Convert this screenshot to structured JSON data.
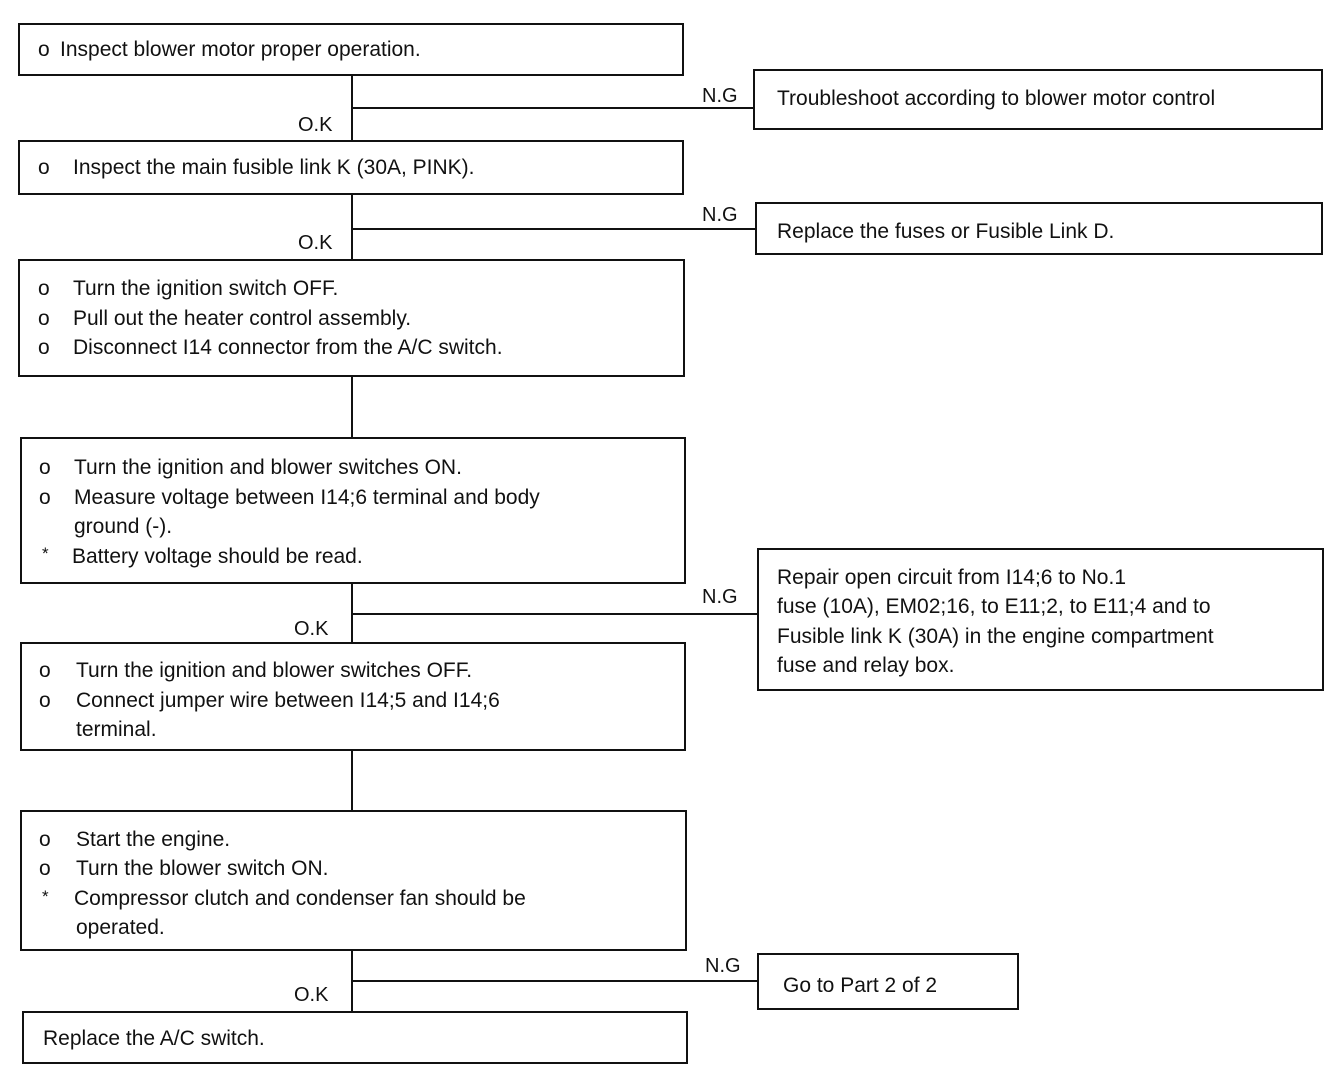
{
  "steps": [
    {
      "items": [
        {
          "mark": "o",
          "text": "Inspect blower motor proper operation."
        }
      ]
    },
    {
      "items": [
        {
          "mark": "o",
          "text": "Inspect the main fusible link K (30A, PINK)."
        }
      ]
    },
    {
      "items": [
        {
          "mark": "o",
          "text": "Turn the ignition switch OFF."
        },
        {
          "mark": "o",
          "text": "Pull out the heater control assembly."
        },
        {
          "mark": "o",
          "text": "Disconnect I14 connector from the A/C switch."
        }
      ]
    },
    {
      "items": [
        {
          "mark": "o",
          "text": "Turn the ignition and blower switches ON."
        },
        {
          "mark": "o",
          "text": "Measure voltage between I14;6 terminal and body"
        },
        {
          "mark": "",
          "text": "ground (-)."
        },
        {
          "mark": "*",
          "text": "Battery voltage should be read."
        }
      ]
    },
    {
      "items": [
        {
          "mark": "o",
          "text": "Turn the ignition and blower switches OFF."
        },
        {
          "mark": "o",
          "text": "Connect jumper wire between I14;5 and I14;6"
        },
        {
          "mark": "",
          "text": "terminal."
        }
      ]
    },
    {
      "items": [
        {
          "mark": "o",
          "text": "Start  the engine."
        },
        {
          "mark": "o",
          "text": "Turn the blower switch ON."
        },
        {
          "mark": "*",
          "text": "Compressor clutch and condenser fan should be"
        },
        {
          "mark": "",
          "text": "operated."
        }
      ]
    },
    {
      "items": [
        {
          "mark": "",
          "text": "Replace the A/C switch."
        }
      ]
    }
  ],
  "results": [
    {
      "lines": [
        "Troubleshoot according to blower motor control"
      ]
    },
    {
      "lines": [
        "Replace the fuses or Fusible Link D."
      ]
    },
    {
      "lines": [
        "Repair open circuit from I14;6 to No.1",
        "fuse (10A), EM02;16, to E11;2, to E11;4 and to",
        "Fusible link K (30A) in the engine compartment",
        "fuse and relay box."
      ]
    },
    {
      "lines": [
        "Go to Part 2 of 2"
      ]
    }
  ],
  "labels": {
    "ok": "O.K",
    "ng": "N.G"
  }
}
